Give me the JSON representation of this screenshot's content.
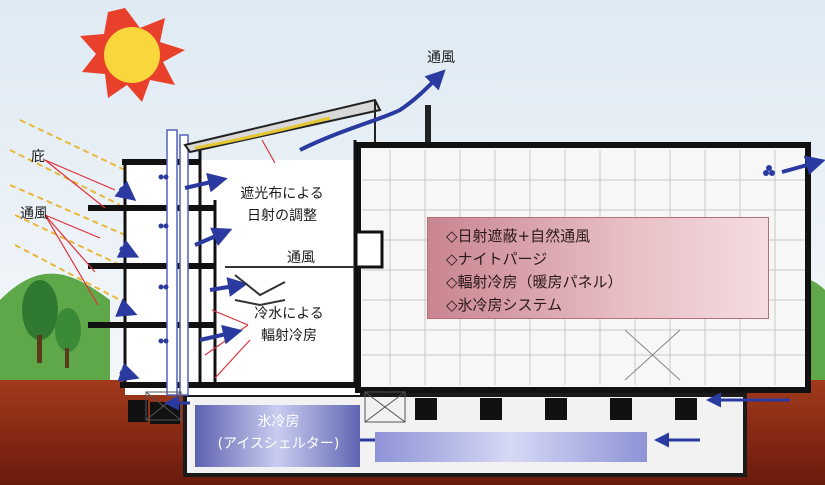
{
  "labels": {
    "ventilation_top": "通風",
    "eaves": "庇",
    "ventilation_left": "通風",
    "shade_line1": "遮光布による",
    "shade_line2": "日射の調整",
    "ventilation_mid": "通風",
    "cold_line1": "冷水による",
    "cold_line2": "輻射冷房",
    "ice_line1": "氷冷房",
    "ice_line2": "(アイスシェルター)"
  },
  "legend": {
    "items": [
      "◇日射遮蔽+自然通風",
      "◇ナイトパージ",
      "◇輻射冷房（暖房パネル）",
      "◇氷冷房システム"
    ]
  },
  "colors": {
    "sky": "#e8f0f6",
    "sun": "#f4d23a",
    "sun_rays": "#e8402a",
    "ground": "#8a2a14",
    "grass": "#4f9a38",
    "arrows": "#2a3aa0",
    "structure": "#1a1a1a",
    "legend_panel": "#d79ba3"
  },
  "icons": [
    "sun-icon",
    "fan-icon",
    "tree-icon"
  ]
}
